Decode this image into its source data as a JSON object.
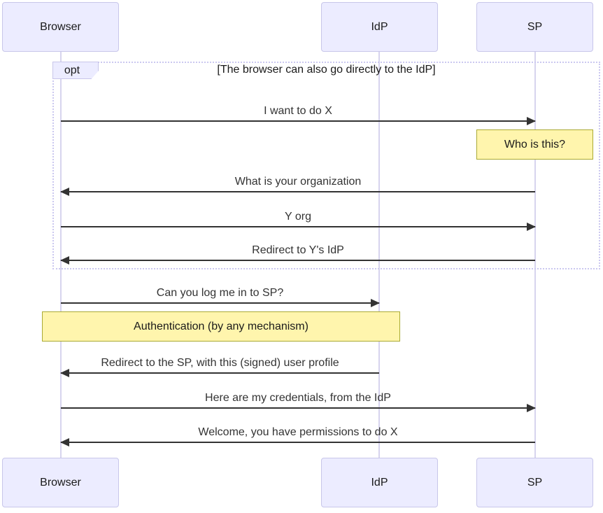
{
  "diagram": {
    "type": "sequence-diagram",
    "actors": [
      {
        "id": "browser",
        "label": "Browser"
      },
      {
        "id": "idp",
        "label": "IdP"
      },
      {
        "id": "sp",
        "label": "SP"
      }
    ],
    "opt_fragment": {
      "operator": "opt",
      "guard": "[The browser can also go directly to the IdP]"
    },
    "messages": [
      {
        "from": "Browser",
        "to": "SP",
        "type": "solid_arrow",
        "label": "I want to do X"
      },
      {
        "note_over": "SP",
        "type": "note",
        "label": "Who is this?"
      },
      {
        "from": "SP",
        "to": "Browser",
        "type": "solid_arrow",
        "label": "What is your organization"
      },
      {
        "from": "Browser",
        "to": "SP",
        "type": "solid_arrow",
        "label": "Y org"
      },
      {
        "from": "SP",
        "to": "Browser",
        "type": "solid_arrow",
        "label": "Redirect to Y's IdP"
      },
      {
        "from": "Browser",
        "to": "IdP",
        "type": "solid_arrow",
        "label": "Can you log me in to SP?"
      },
      {
        "note_over": "Browser,IdP",
        "type": "note",
        "label": "Authentication (by any mechanism)"
      },
      {
        "from": "IdP",
        "to": "Browser",
        "type": "solid_arrow",
        "label": "Redirect to the SP, with this (signed) user profile"
      },
      {
        "from": "Browser",
        "to": "SP",
        "type": "solid_arrow",
        "label": "Here are my credentials, from the IdP"
      },
      {
        "from": "SP",
        "to": "Browser",
        "type": "solid_arrow",
        "label": "Welcome, you have permissions to do X"
      }
    ],
    "colors": {
      "actor_fill": "#ECECFF",
      "actor_border": "#C8C6EA",
      "lifeline": "#D7D4EE",
      "frame_border": "#CBC8F0",
      "note_fill": "#FFF5AD",
      "note_border": "#AAAA33",
      "arrow": "#333333",
      "text": "#333333",
      "background": "#FFFFFF"
    }
  }
}
